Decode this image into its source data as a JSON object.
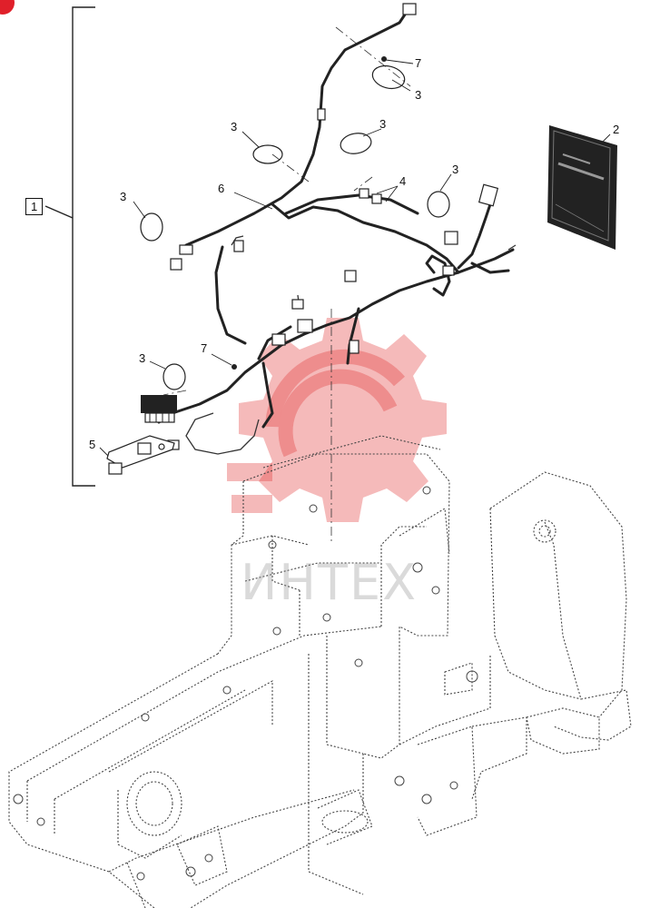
{
  "callouts": {
    "assembly": "1",
    "manual": "2",
    "grommet_top": "3",
    "grommet_mid_left": "3",
    "grommet_mid_right": "3",
    "grommet_left": "3",
    "grommet_right": "3",
    "grommet_lower": "3",
    "clip": "4",
    "bracket": "5",
    "harness": "6",
    "screw_top": "7",
    "screw_lower": "7"
  },
  "watermark": {
    "text": "ИНТЕХ",
    "color": "#e23a3a"
  },
  "colors": {
    "line": "#222222",
    "frame": "#444444",
    "corner_mark": "#e0202a"
  }
}
